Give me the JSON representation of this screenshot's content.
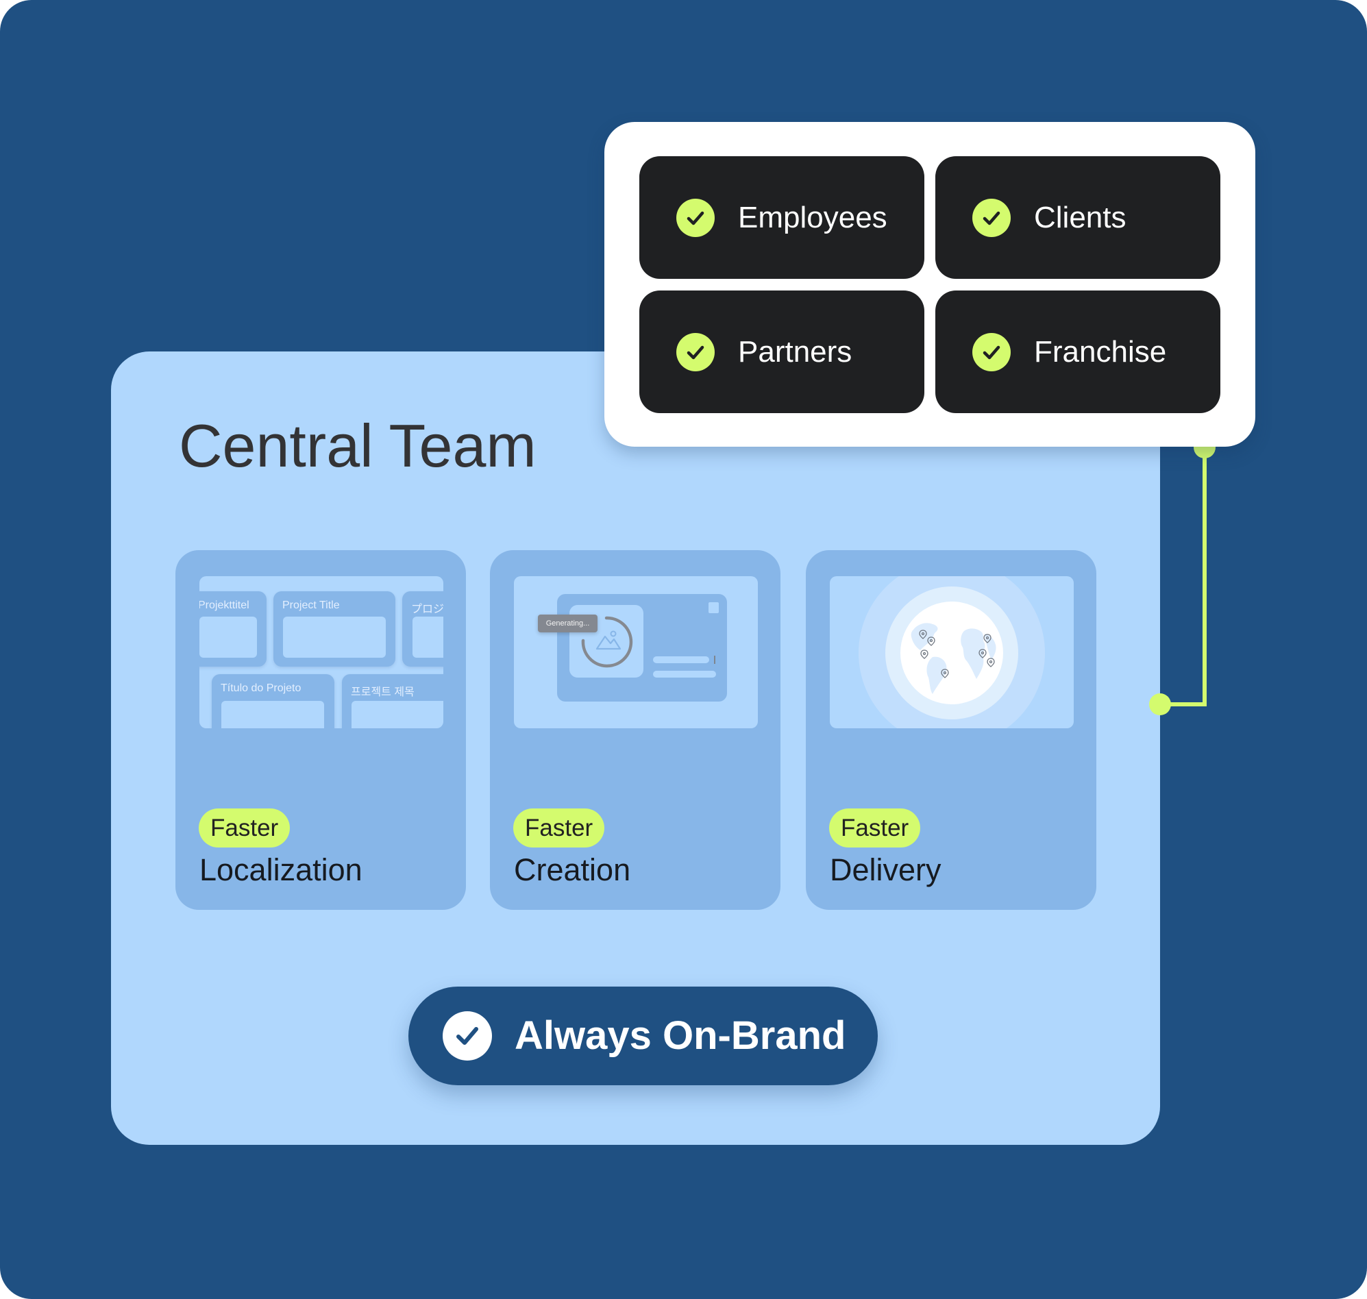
{
  "panel": {
    "title": "Central Team"
  },
  "audiences": [
    {
      "label": "Employees",
      "icon": "check-circle-icon",
      "checked": true
    },
    {
      "label": "Clients",
      "icon": "check-circle-icon",
      "checked": true
    },
    {
      "label": "Partners",
      "icon": "check-circle-icon",
      "checked": true
    },
    {
      "label": "Franchise",
      "icon": "check-circle-icon",
      "checked": true
    }
  ],
  "features": [
    {
      "badge": "Faster",
      "label": "Localization",
      "preview": {
        "titles": [
          "Projekttitel",
          "Project Title",
          "プロジ",
          "Título do Projeto",
          "프로젝트 제목"
        ]
      }
    },
    {
      "badge": "Faster",
      "label": "Creation",
      "preview": {
        "tooltip": "Generating...",
        "icon": "image-icon"
      }
    },
    {
      "badge": "Faster",
      "label": "Delivery",
      "preview": {
        "icon": "globe-icon"
      }
    }
  ],
  "brand_badge": {
    "label": "Always On-Brand",
    "icon": "check-circle-icon"
  },
  "colors": {
    "background": "#1f5082",
    "panel": "#b0d7fd",
    "card": "#87b6e8",
    "accent": "#d4fb6e",
    "chip": "#1f2022",
    "text_dark": "#333335"
  }
}
